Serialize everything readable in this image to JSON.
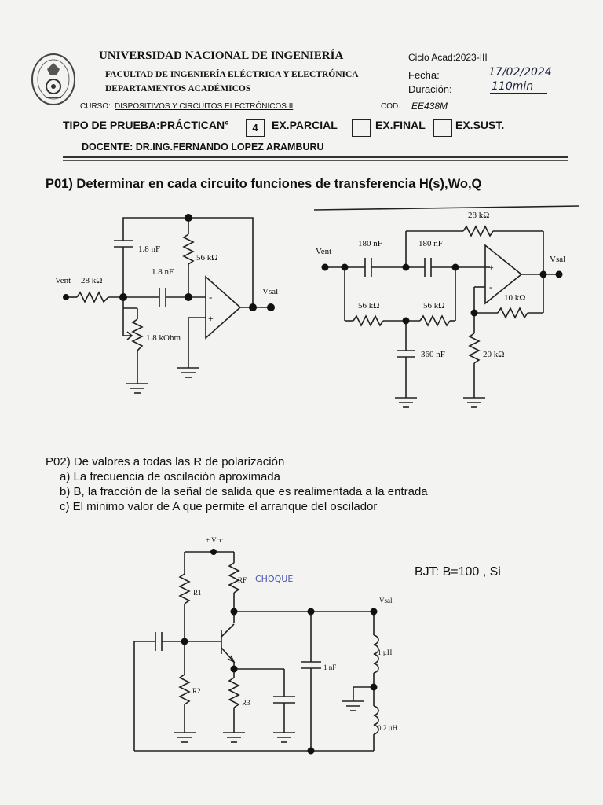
{
  "header": {
    "university": "UNIVERSIDAD NACIONAL DE INGENIERÍA",
    "faculty": "FACULTAD DE INGENIERÍA ELÉCTRICA Y ELECTRÓNICA",
    "department": "DEPARTAMENTOS ACADÉMICOS",
    "cycle": "Ciclo Acad:2023-III",
    "date_label": "Fecha:",
    "date_value": "17/02/2024",
    "duration_label": "Duración:",
    "duration_value": "110min",
    "course_label": "CURSO:",
    "course_value": "DISPOSITIVOS Y CIRCUITOS ELECTRÓNICOS II",
    "code_label": "COD.",
    "code_value": "EE438M",
    "test_type_label": "TIPO DE PRUEBA:PRÁCTICAN°",
    "test_number": "4",
    "parcial": "EX.PARCIAL",
    "final": "EX.FINAL",
    "sust": "EX.SUST.",
    "teacher": "DOCENTE: DR.ING.FERNANDO LOPEZ ARAMBURU"
  },
  "p01": {
    "title_prefix": "P01) Determinar en cada circuito funciones de transferencia H(s),",
    "title_bold": "Wo,Q",
    "circuit1": {
      "vent": "Vent",
      "r_in": "28 kΩ",
      "c_top": "1.8 nF",
      "c_mid": "1.8 nF",
      "r_fb": "56 kΩ",
      "pot": "1.8 kOhm",
      "vsal": "Vsal",
      "minus": "-",
      "plus": "+"
    },
    "circuit2": {
      "vent": "Vent",
      "r_top": "28 kΩ",
      "c1": "180 nF",
      "c2": "180 nF",
      "r1": "56 kΩ",
      "r2": "56 kΩ",
      "c3": "360 nF",
      "r_fb": "10 kΩ",
      "r_gnd": "20 kΩ",
      "vsal": "Vsal",
      "plus": "+",
      "minus": "-"
    }
  },
  "p02": {
    "title": "P02) De valores a todas las R de polarización",
    "items": [
      "a)  La frecuencia de oscilación aproximada",
      "b)  B, la fracción de la señal de salida que es realimentada a la entrada",
      "c)  El minimo valor de A que permite el arranque del oscilador"
    ],
    "bjt": "BJT: B=100  , Si",
    "circuit": {
      "vcc": "+ Vcc",
      "r1": "R1",
      "rf": "RF",
      "choque": "CHOQUE",
      "vsal": "Vsal",
      "l1": "1 µH",
      "c": "1 nF",
      "r2": "R2",
      "r3": "R3",
      "l2": "0.2 µH"
    }
  }
}
